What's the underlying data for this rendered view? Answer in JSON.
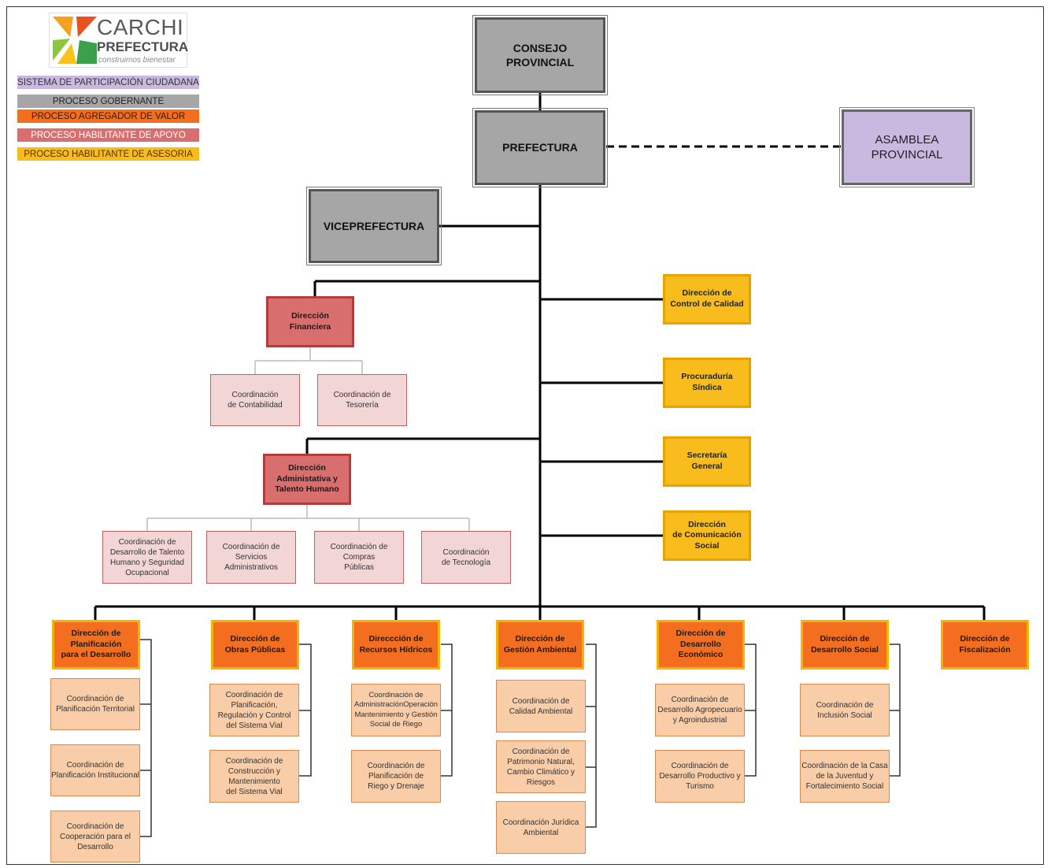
{
  "logo": {
    "line1": "CARCHI",
    "line2": "PREFECTURA",
    "tagline": "construimos bienestar"
  },
  "legend": [
    {
      "label": "SISTEMA DE PARTICIPACIÓN CIUDADANA",
      "color": "#c9b9e0",
      "text_color": "#333333"
    },
    {
      "label": "PROCESO GOBERNANTE",
      "color": "#a6a6a6",
      "text_color": "#222222"
    },
    {
      "label": "PROCESO AGREGADOR DE VALOR",
      "color": "#f46e1f",
      "text_color": "#3a1a00"
    },
    {
      "label": "PROCESO HABILITANTE DE APOYO",
      "color": "#d96e6e",
      "text_color": "#ffffff"
    },
    {
      "label": "PROCESO HABILITANTE DE ASESORIA",
      "color": "#f8bd1c",
      "text_color": "#5a3000"
    }
  ],
  "governing": {
    "consejo": "CONSEJO\nPROVINCIAL",
    "prefectura": "PREFECTURA",
    "viceprefectura": "VICEPREFECTURA",
    "asamblea": "ASAMBLEA\nPROVINCIAL"
  },
  "support": {
    "financiera": {
      "title": "Dirección\nFinanciera",
      "children": [
        "Coordinación\nde Contabilidad",
        "Coordinación de\nTesorería"
      ]
    },
    "administrativa": {
      "title": "Dirección\nAdministativa y\nTalento Humano",
      "children": [
        "Coordinación de\nDesarrollo de Talento\nHumano y Seguridad\nOcupacional",
        "Coordinación de\nServicios\nAdministrativos",
        "Coordinación de\nCompras\nPúblicas",
        "Coordinación\nde Tecnología"
      ]
    }
  },
  "advisory": [
    "Dirección de\nControl de Calidad",
    "Procuraduría\nSíndica",
    "Secretaría\nGeneral",
    "Dirección\nde Comunicación\nSocial"
  ],
  "value_directions": [
    {
      "title": "Dirección de\nPlanificación\npara el Desarrollo",
      "children": [
        "Coordinación de\nPlanificación Territorial",
        "Coordinación de\nPlanificación Institucional",
        "Coordinación de\nCooperación para el\nDesarrollo"
      ]
    },
    {
      "title": "Dirección de\nObras Públicas",
      "children": [
        "Coordinación de\nPlanificación,\nRegulación y Control\ndel Sistema Vial",
        "Coordinación de\nConstrucción y\nMantenimiento\ndel Sistema Vial"
      ]
    },
    {
      "title": "Direccción de\nRecursos Hídricos",
      "children": [
        "Coordinación de\nAdministraciónOperación\nMantenimiento y Gestión\nSocial de Riego",
        "Coordinación de\nPlanificación de\nRiego y Drenaje"
      ]
    },
    {
      "title": "Dirección de\nGestión Ambiental",
      "children": [
        "Coordinación de\nCalidad Ambiental",
        "Coordinación de\nPatrimonio Natural,\nCambio Climático y\nRiesgos",
        "Coordinación Jurídica\nAmbiental"
      ]
    },
    {
      "title": "Dirección de\nDesarrollo\nEconómico",
      "children": [
        "Coordinación de\nDesarrollo Agropecuario\ny Agroindustrial",
        "Coordinación de\nDesarrollo Productivo y\nTurismo"
      ]
    },
    {
      "title": "Dirección de\nDesarrollo Social",
      "children": [
        "Coordinación de\nInclusión Social",
        "Coordinación de la Casa\nde la Juventud y\nFortalecimiento Social"
      ]
    },
    {
      "title": "Dirección de\nFiscalización",
      "children": []
    }
  ]
}
